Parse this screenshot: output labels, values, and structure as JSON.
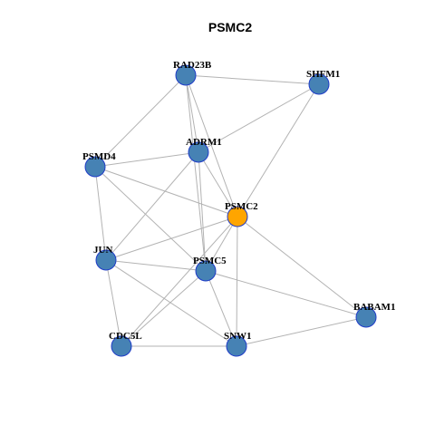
{
  "title": "PSMC2",
  "colors": {
    "node_default": "#4682b4",
    "node_hub": "#ffa500",
    "node_border": "#1f3cc8",
    "edge": "#b3b3b3"
  },
  "hub": "PSMC2",
  "nodes": [
    "RAD23B",
    "SHFM1",
    "ADRM1",
    "PSMD4",
    "PSMC2",
    "JUN",
    "PSMC5",
    "BABAM1",
    "CDC5L",
    "SNW1"
  ],
  "edges": [
    [
      "RAD23B",
      "SHFM1"
    ],
    [
      "RAD23B",
      "PSMD4"
    ],
    [
      "RAD23B",
      "ADRM1"
    ],
    [
      "RAD23B",
      "PSMC2"
    ],
    [
      "RAD23B",
      "PSMC5"
    ],
    [
      "SHFM1",
      "ADRM1"
    ],
    [
      "SHFM1",
      "PSMC2"
    ],
    [
      "ADRM1",
      "PSMD4"
    ],
    [
      "ADRM1",
      "PSMC2"
    ],
    [
      "ADRM1",
      "JUN"
    ],
    [
      "ADRM1",
      "PSMC5"
    ],
    [
      "PSMD4",
      "PSMC2"
    ],
    [
      "PSMD4",
      "JUN"
    ],
    [
      "PSMD4",
      "PSMC5"
    ],
    [
      "PSMC2",
      "JUN"
    ],
    [
      "PSMC2",
      "PSMC5"
    ],
    [
      "PSMC2",
      "BABAM1"
    ],
    [
      "PSMC2",
      "CDC5L"
    ],
    [
      "PSMC2",
      "SNW1"
    ],
    [
      "JUN",
      "PSMC5"
    ],
    [
      "JUN",
      "CDC5L"
    ],
    [
      "JUN",
      "SNW1"
    ],
    [
      "PSMC5",
      "BABAM1"
    ],
    [
      "PSMC5",
      "CDC5L"
    ],
    [
      "PSMC5",
      "SNW1"
    ],
    [
      "BABAM1",
      "SNW1"
    ],
    [
      "CDC5L",
      "SNW1"
    ]
  ]
}
